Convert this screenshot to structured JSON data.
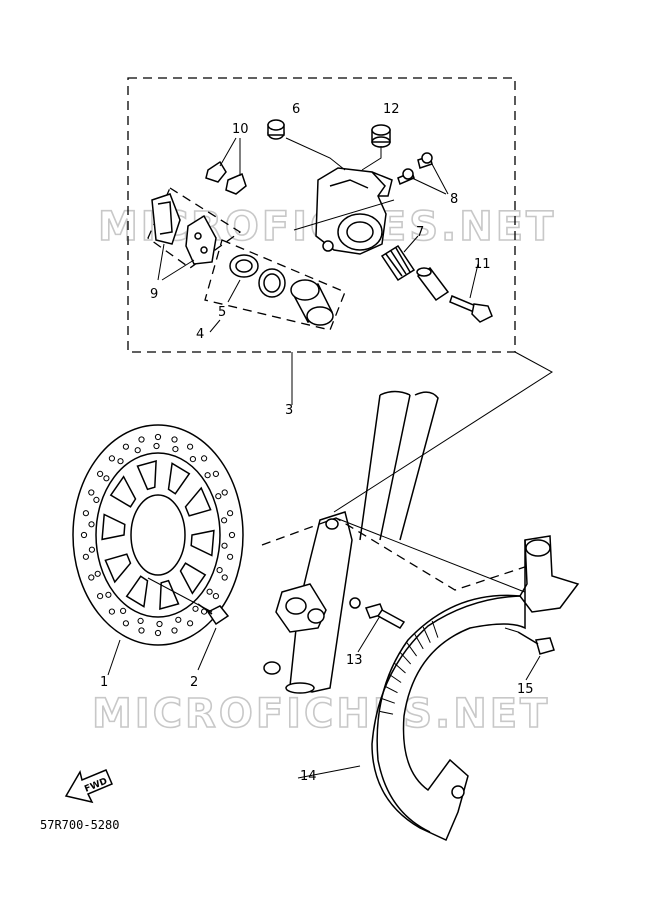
{
  "watermark": {
    "text_top": "MICROFICHES.NET",
    "text_bottom": "MICROFICHES.NET"
  },
  "parts": {
    "p1": "1",
    "p2": "2",
    "p3": "3",
    "p4": "4",
    "p5": "5",
    "p6": "6",
    "p7": "7",
    "p8": "8",
    "p9": "9",
    "p10": "10",
    "p11": "11",
    "p12": "12",
    "p13": "13",
    "p14": "14",
    "p15": "15"
  },
  "fwd_label": "FWD",
  "diagram_code": "57R700-5280"
}
